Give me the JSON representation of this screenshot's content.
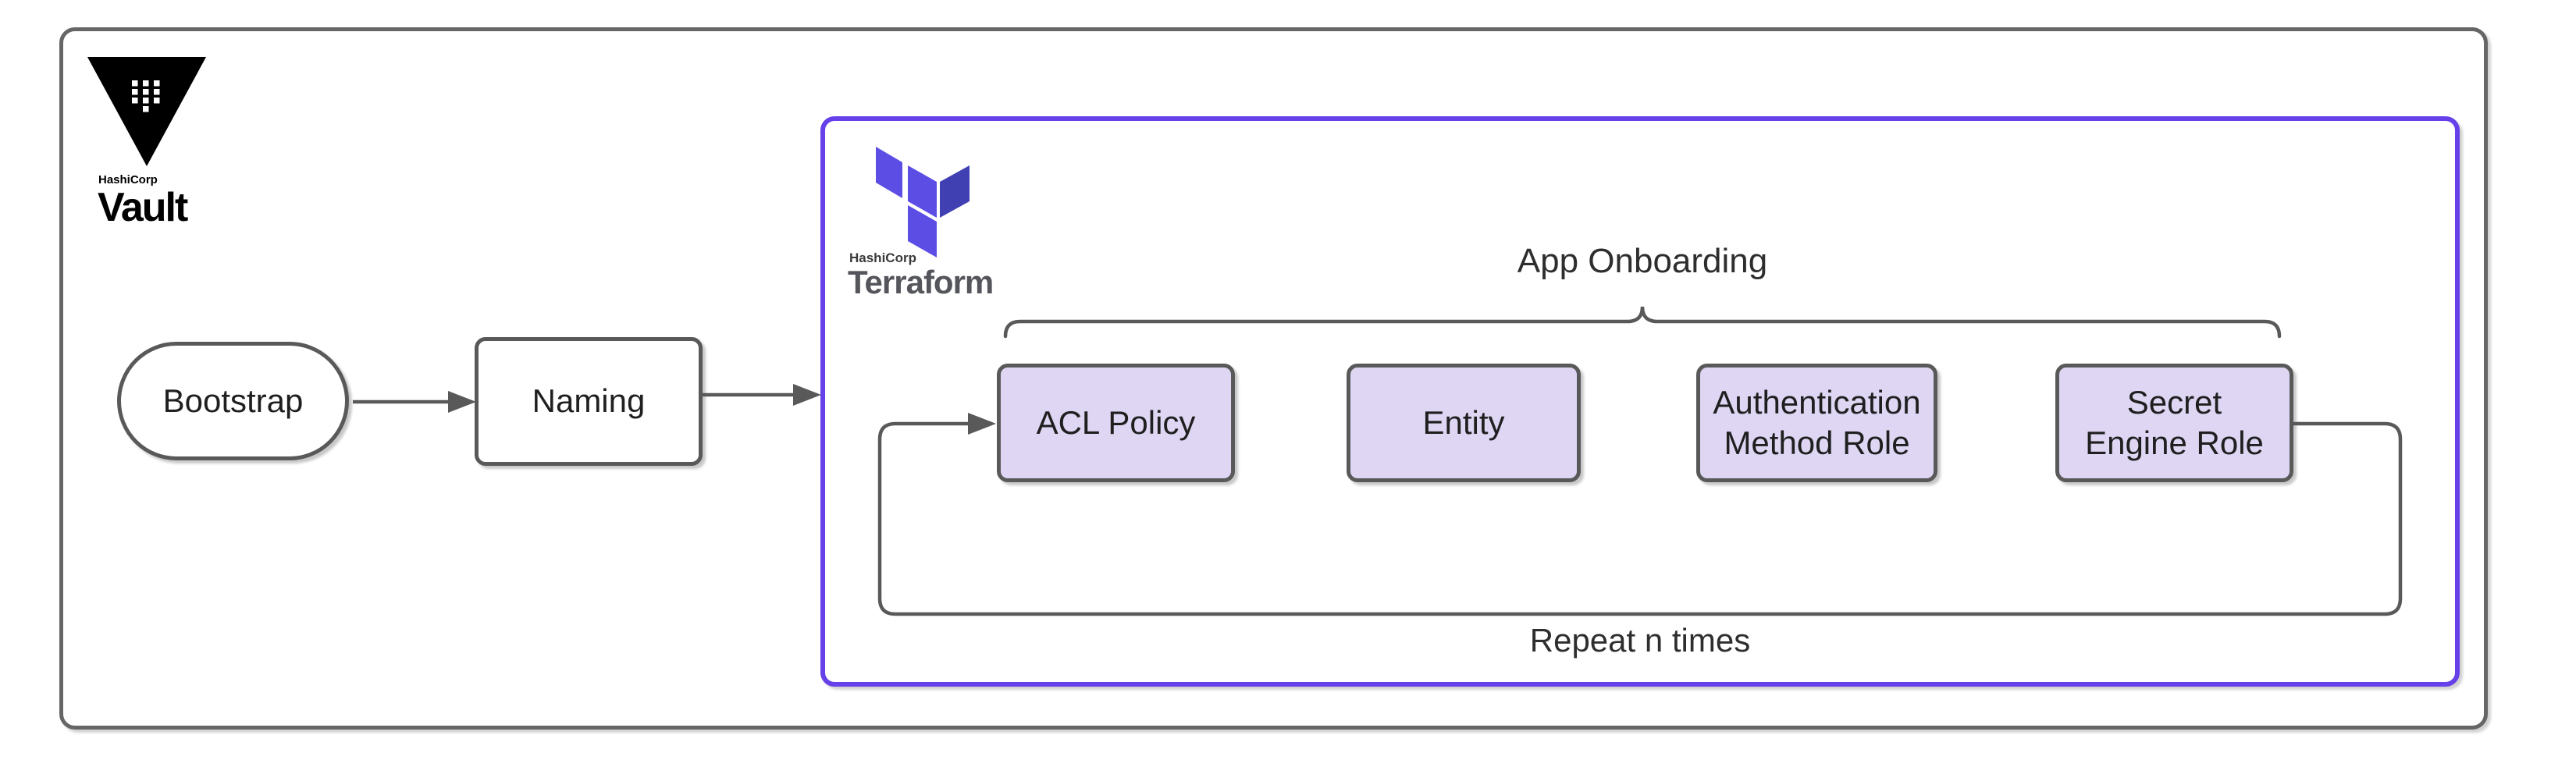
{
  "vault_logo": {
    "company": "HashiCorp",
    "product": "Vault"
  },
  "terraform_logo": {
    "company": "HashiCorp",
    "product": "Terraform"
  },
  "nodes": {
    "bootstrap": "Bootstrap",
    "naming": "Naming"
  },
  "onboarding": {
    "title": "App Onboarding",
    "steps": [
      "ACL Policy",
      "Entity",
      "Authentication Method Role",
      "Secret Engine Role"
    ],
    "repeat_label": "Repeat n times"
  },
  "colors": {
    "frame_border": "#666666",
    "shape_border": "#595959",
    "connector": "#595959",
    "terraform_container_border": "#6640E8",
    "step_fill": "#DED6F3",
    "vault_icon": "#000000",
    "terraform_icon_light": "#5C4EE5",
    "terraform_icon_dark": "#4040B2",
    "terraform_wordmark": "#54565B",
    "text": "#1F1F1F"
  }
}
